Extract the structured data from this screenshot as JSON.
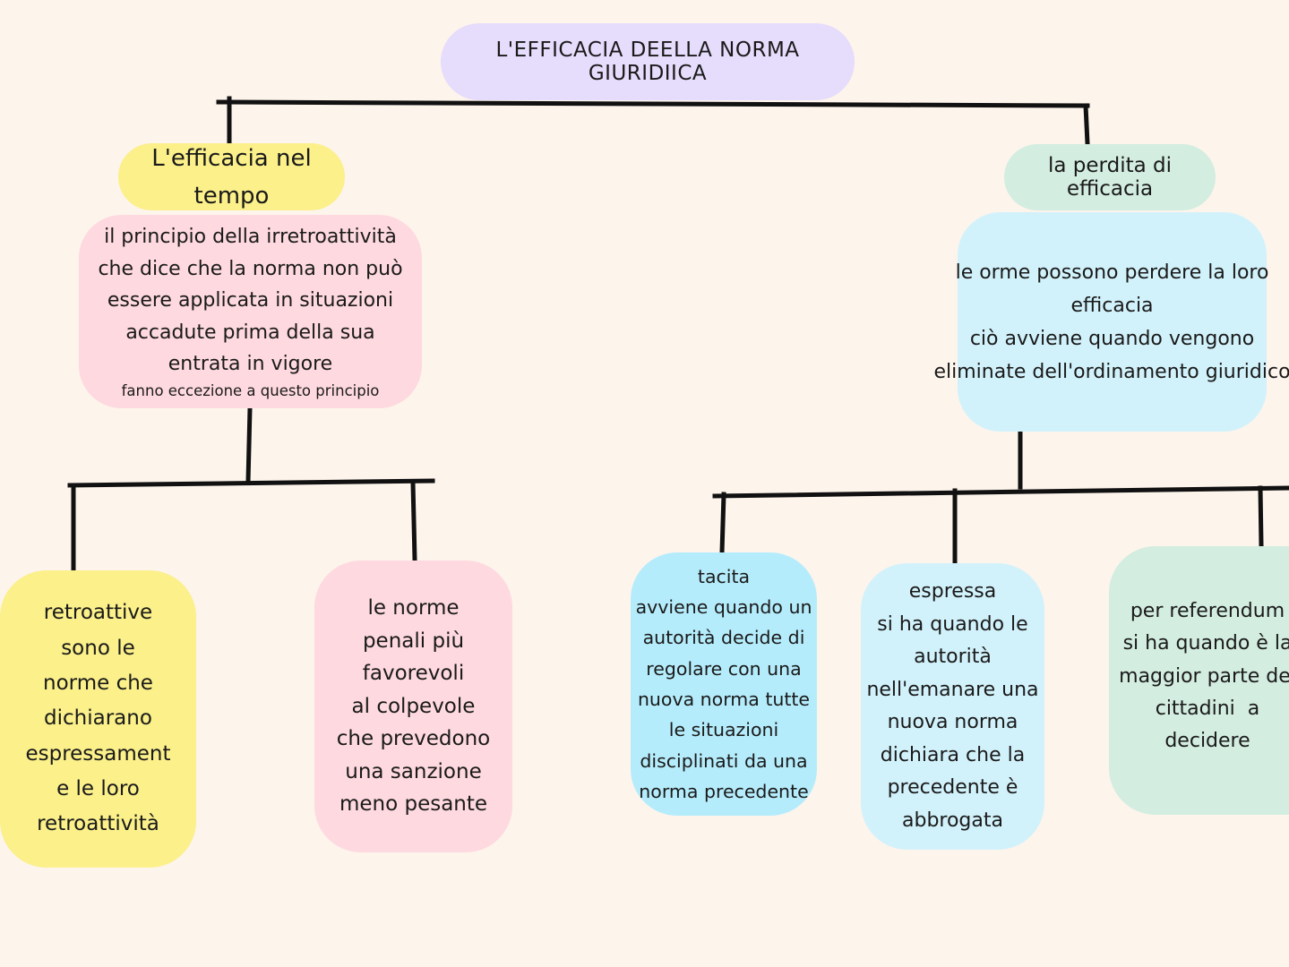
{
  "title": "L'EFFICACIA  DEELLA NORMA GIURIDIICA",
  "branch_time": {
    "heading": "L'efficacia nel\ntempo",
    "principle": "il principio della   irretroattività\nche dice che la norma non può\nessere applicata in situazioni\naccadute prima della sua\nentrata in vigore",
    "exception_note": "fanno eccezione a questo principio",
    "children": [
      {
        "id": "retroattive",
        "text": "retroattive\nsono le\nnorme che\ndichiarano\nespressament\ne le loro\nretroattività"
      },
      {
        "id": "penali",
        "text": "le norme\npenali  più\nfavorevoli\nal colpevole\nche prevedono\nuna sanzione\nmeno pesante"
      }
    ]
  },
  "branch_loss": {
    "heading": "la perdita di efficacia",
    "description": "le orme possono perdere la loro\nefficacia\nciò avviene quando vengono\neliminate dell'ordinamento giuridico",
    "children": [
      {
        "id": "tacita",
        "text": "tacita\navviene quando un\nautorità decide di\nregolare con una\nnuova norma tutte\nle situazioni\ndisciplinati da una\nnorma precedente"
      },
      {
        "id": "espressa",
        "text": "espressa\nsi ha quando le\nautorità\nnell'emanare una\nnuova norma\ndichiara che la\nprecedente è\nabbrogata"
      },
      {
        "id": "referendum",
        "text": "per referendum\nsi ha quando è la\nmaggior parte dei\ncittadini  a\ndecidere"
      }
    ]
  },
  "colors": {
    "background": "#fdf4ec",
    "connector": "#111111",
    "title": "#e6dcfc",
    "yellow": "#fbf08a",
    "pink": "#fed9df",
    "mint": "#d3ede0",
    "light_blue": "#d2f2fb",
    "blue": "#b5ecfb"
  }
}
